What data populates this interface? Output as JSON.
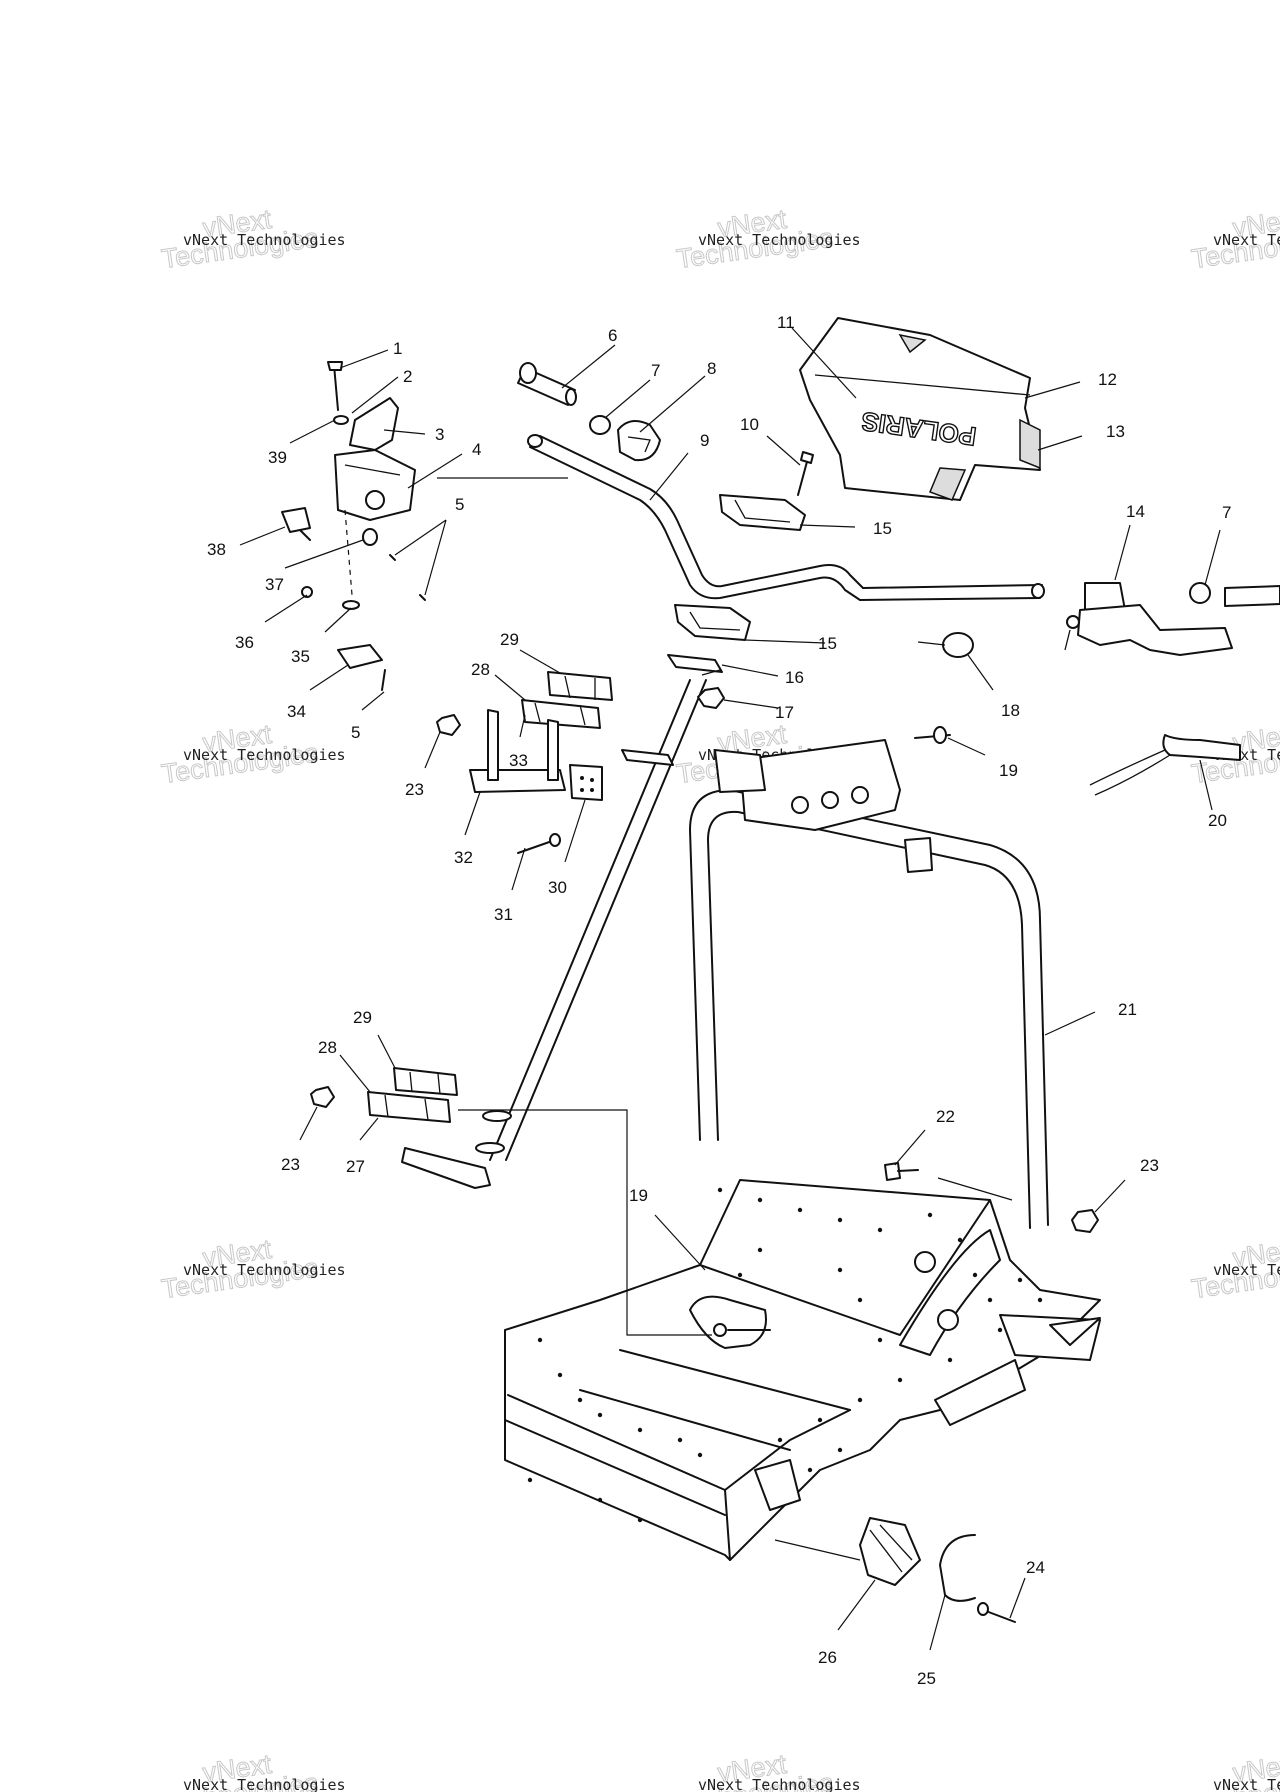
{
  "diagram": {
    "watermark": {
      "line1": "vNext Technologies",
      "line2": "Technologies"
    },
    "logo_text": "POLARIS",
    "callouts": [
      "1",
      "2",
      "3",
      "39",
      "4",
      "5",
      "38",
      "37",
      "36",
      "35",
      "34",
      "5",
      "6",
      "7",
      "8",
      "9",
      "10",
      "11",
      "12",
      "13",
      "15",
      "15",
      "16",
      "17",
      "14",
      "7",
      "18",
      "29",
      "28",
      "33",
      "23",
      "32",
      "30",
      "31",
      "19",
      "20",
      "21",
      "29",
      "28",
      "23",
      "27",
      "22",
      "23",
      "19",
      "24",
      "26",
      "25"
    ]
  }
}
